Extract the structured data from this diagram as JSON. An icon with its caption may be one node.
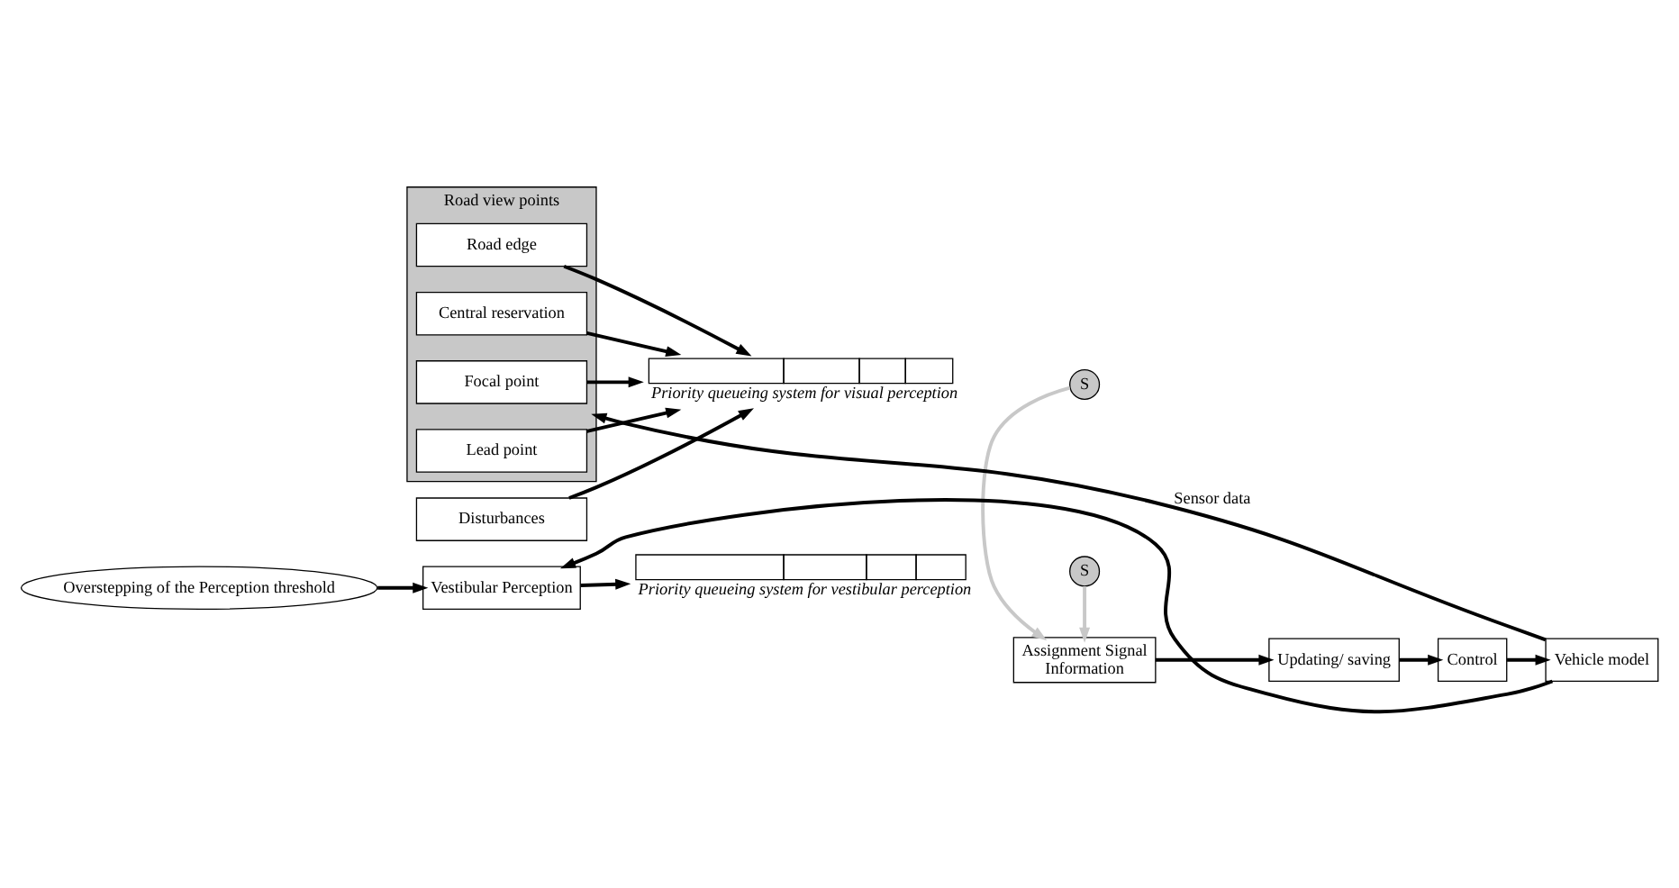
{
  "diagram": {
    "nodes": [
      {
        "text": [
          "Road view points"
        ]
      },
      {
        "text": [
          "Focal point"
        ],
        "in": 0
      },
      {
        "text": [
          "Lead point"
        ],
        "in": 0
      },
      {
        "text": [
          "Road edge"
        ],
        "in": 0
      },
      {
        "text": [
          "Central reservation"
        ],
        "in": 0
      },
      {
        "text": [
          "Disturbances"
        ]
      },
      {
        "text": [],
        "shape": "box",
        "beside": [
          "Priority queueing system for visual perception"
        ]
      },
      {
        "text": [
          "S"
        ]
      },
      {
        "text": [
          "Assignment Signal",
          "Information"
        ]
      },
      {
        "text": [
          "Updating/ saving"
        ]
      },
      {
        "text": [
          "Control"
        ]
      },
      {
        "text": [
          "Vehicle model"
        ]
      },
      {
        "text": [
          "Vestibular Perception"
        ]
      },
      {
        "text": [],
        "shape": "box",
        "beside": [
          "Priority queueing system for vestibular perception"
        ]
      },
      {
        "text": [
          "S"
        ]
      },
      {
        "text": [
          "Overstepping of the Perception threshold"
        ]
      }
    ],
    "edges": [
      {
        "from": 1,
        "to": 6,
        "arrow": "to"
      },
      {
        "from": 2,
        "to": 6,
        "arrow": "to"
      },
      {
        "from": 3,
        "to": 6,
        "arrow": "to"
      },
      {
        "from": 4,
        "to": 6,
        "arrow": "to"
      },
      {
        "from": 5,
        "to": 6,
        "arrow": "to"
      },
      {
        "from": 7,
        "to": 8,
        "arrow": "to",
        "color": "#c8c8c8"
      },
      {
        "from": 14,
        "to": 8,
        "arrow": "to",
        "color": "#c8c8c8"
      },
      {
        "from": 8,
        "to": 9,
        "arrow": "to"
      },
      {
        "from": 9,
        "to": 10,
        "arrow": "to"
      },
      {
        "from": 10,
        "to": 11,
        "arrow": "to"
      },
      {
        "from": 11,
        "to": 0,
        "arrow": "to",
        "label": "Sensor data"
      },
      {
        "from": 11,
        "to": 12,
        "arrow": "to"
      },
      {
        "from": 12,
        "to": 13,
        "arrow": "to"
      },
      {
        "from": 15,
        "to": 12,
        "arrow": "to"
      }
    ]
  }
}
